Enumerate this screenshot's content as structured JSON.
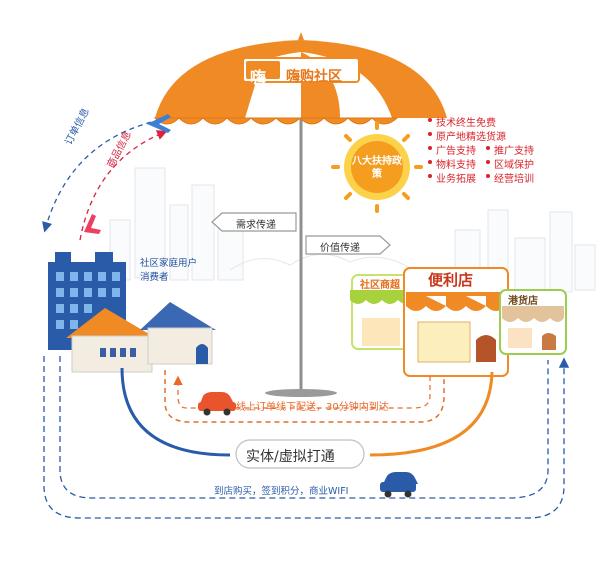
{
  "brand": {
    "logo_text": "嗨",
    "name": "嗨购社区"
  },
  "policy": {
    "title": "八大扶持政策",
    "items_left": [
      "技术终生免费",
      "广告支持",
      "物料支持",
      "业务拓展"
    ],
    "items_full": [
      "原产地精选货源"
    ],
    "items_right": [
      "推广支持",
      "区域保护",
      "经营培训"
    ]
  },
  "signs": {
    "demand": "需求传递",
    "value": "价值传递"
  },
  "residents_label": "社区家庭用户消费者",
  "stores": {
    "supermarket": "社区商超",
    "convenience": "便利店",
    "grocery": "港货店"
  },
  "flows": {
    "order_info": "订单信息",
    "goods_info": "商品信息",
    "delivery": "线上订单线下配送，30分钟内到达",
    "center": "实体/虚拟打通",
    "bottom": "到店购买，签到积分，商业WIFI"
  },
  "colors": {
    "orange": "#f08a24",
    "blue": "#2a5ba9",
    "red": "#d9233f",
    "cream": "#fff6e6"
  }
}
